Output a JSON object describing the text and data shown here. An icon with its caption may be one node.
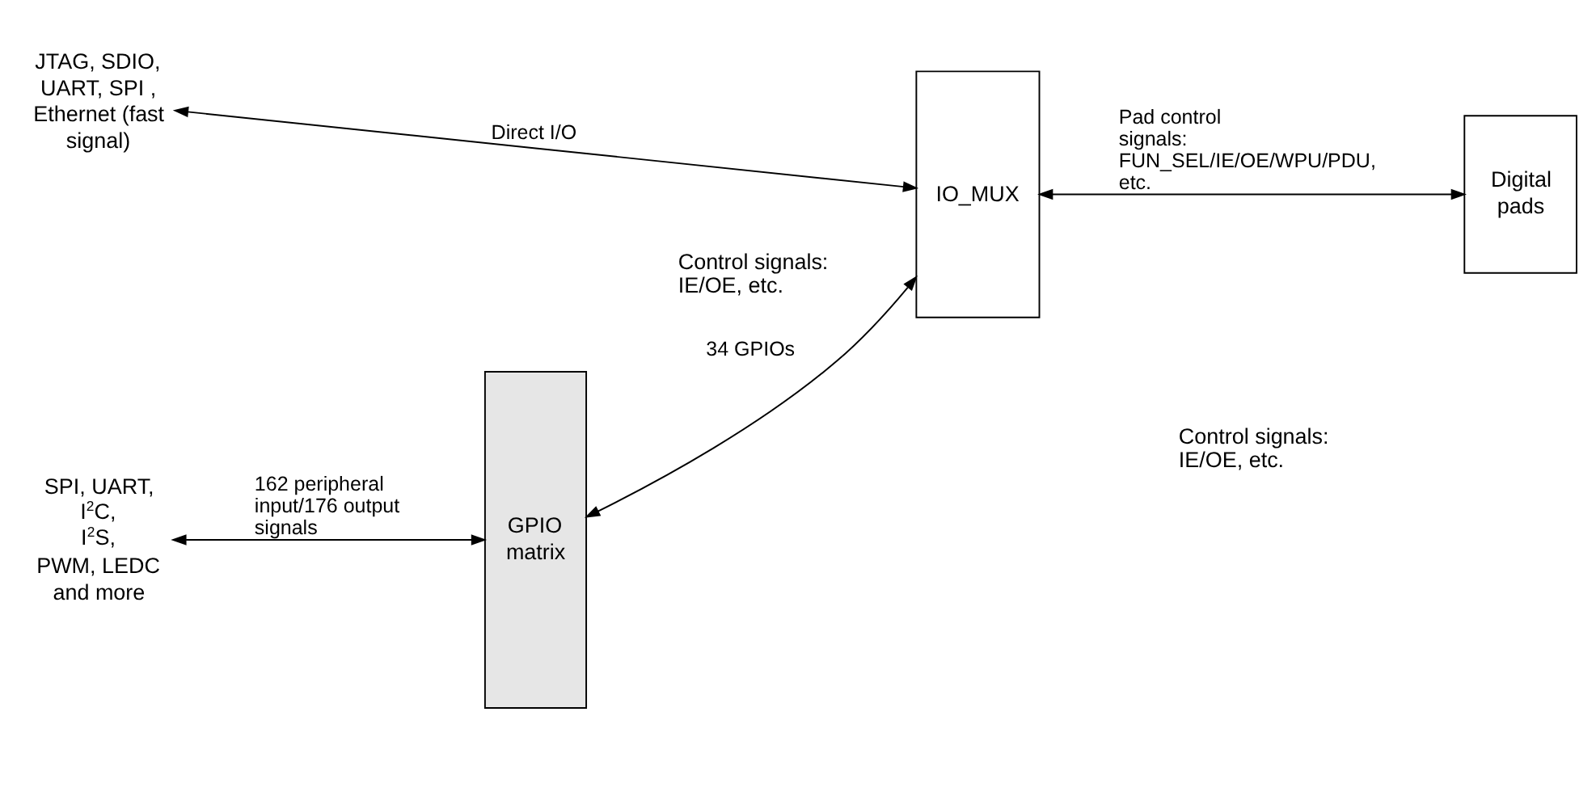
{
  "diagram": {
    "nodes": [
      {
        "text": [
          "JTAG, SDIO, UART, SPI , Ethernet (fast signal)"
        ]
      },
      {
        "text": [
          "IO_MUX"
        ]
      },
      {
        "text": [
          "Digital pads"
        ]
      },
      {
        "text": [
          "GPIO matrix"
        ]
      },
      {
        "text": [
          "SPI, UART, I$^{2}$C, I$^{2}$S, PWM, LEDC and more"
        ]
      }
    ],
    "edges": [
      {
        "from": 0,
        "to": 1,
        "arrow": "both",
        "label": "Direct I/O"
      },
      {
        "from": 1,
        "to": 2,
        "arrow": "both",
        "label": "Pad control signals: FUN_SEL/IE/OE/WPU/PDU, etc."
      },
      {
        "from": 3,
        "to": 1,
        "arrow": "both",
        "label": "34 GPIOs"
      },
      {
        "from": 4,
        "to": 3,
        "arrow": "both",
        "label": "162 peripheral input/176 output signals"
      }
    ],
    "labels": [
      "Control signals: IE/OE, etc.",
      "Control signals: IE/OE, etc."
    ]
  }
}
